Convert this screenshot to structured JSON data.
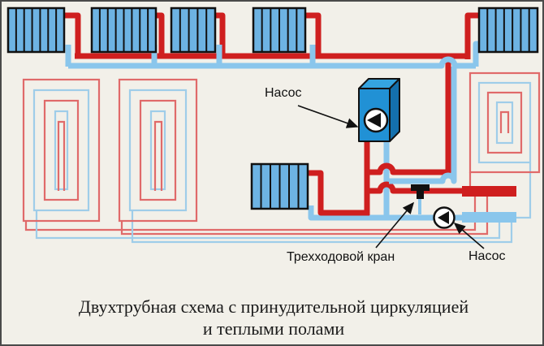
{
  "diagram": {
    "title_caption": {
      "line1": "Двухтрубная схема с принудительной циркуляцией",
      "line2": "и теплыми полами"
    },
    "labels": {
      "pump_top": "Насос",
      "three_way_valve": "Трехходовой кран",
      "pump_bottom": "Насос"
    },
    "legend_semantics": {
      "red_lines": "supply (hot) piping",
      "blue_lines": "return (cold) piping",
      "striped_boxes": "radiators",
      "spirals": "floor heating coils",
      "thick_bars": "distribution manifolds"
    },
    "counts": {
      "radiators_top_row": 5,
      "radiators_middle": 1,
      "floor_coils": 3,
      "pumps": 2,
      "three_way_valves": 1
    },
    "colors": {
      "background": "#f2f0e9",
      "border": "#4a4a4a",
      "pipe_red": "#cf1f1f",
      "pipe_blue": "#8ac6ec",
      "coil_red": "#e06a6a",
      "coil_blue": "#9fcde9",
      "radiator_fill": "#6db3e3",
      "radiator_outline": "#111111",
      "pump_box_front": "#2191d5",
      "pump_box_top": "#35a4e0",
      "pump_box_side": "#1470ad",
      "valve_black": "#111111",
      "text": "#111111"
    }
  }
}
